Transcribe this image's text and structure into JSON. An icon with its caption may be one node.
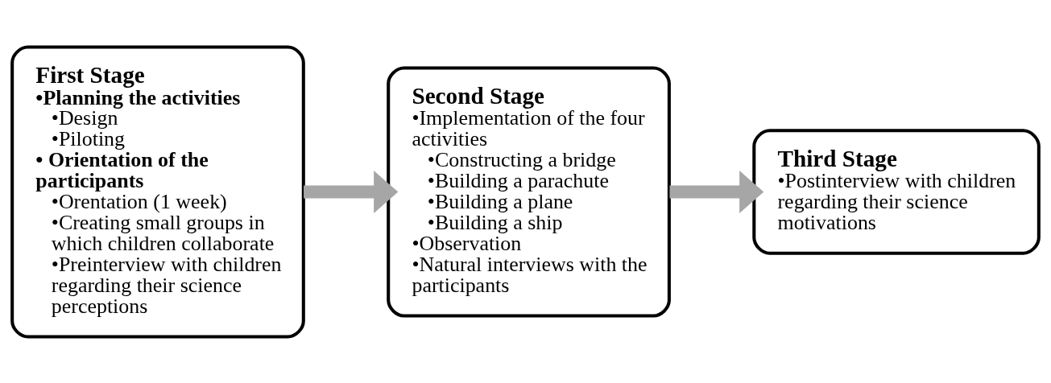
{
  "diagram": {
    "nodes": [
      {
        "text": [
          "First Stage",
          "•Planning the activities",
          "•Design",
          "•Piloting",
          "• Orientation of the participants",
          "•Orentation (1 week)",
          "•Creating small groups in which children collaborate",
          "•Preinterview with children regarding their science perceptions"
        ]
      },
      {
        "text": [
          "Second Stage",
          "•Implementation of the four activities",
          "•Constructing a bridge",
          "•Building a parachute",
          "•Building a plane",
          "•Building a ship",
          "•Observation",
          "•Natural interviews with the participants"
        ]
      },
      {
        "text": [
          "Third Stage",
          "•Postinterview with children regarding their science motivations"
        ]
      }
    ],
    "edges": [
      {
        "from": 0,
        "to": 1,
        "arrow": "to"
      },
      {
        "from": 1,
        "to": 2,
        "arrow": "to"
      }
    ]
  }
}
